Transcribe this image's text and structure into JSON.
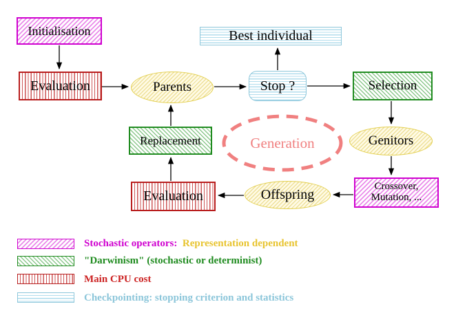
{
  "diagram": {
    "nodes": {
      "initialisation": "Initialisation",
      "evaluation_top": "Evaluation",
      "parents": "Parents",
      "best_individual": "Best individual",
      "stop": "Stop ?",
      "selection": "Selection",
      "genitors": "Genitors",
      "crossover_line1": "Crossover,",
      "crossover_line2": "Mutation, ...",
      "offspring": "Offspring",
      "evaluation_bottom": "Evaluation",
      "replacement": "Replacement",
      "generation": "Generation"
    },
    "colors": {
      "stochastic_magenta": "#cf00cf",
      "darwinism_green": "#1f8b1f",
      "cpu_cost_red": "#cc2222",
      "checkpointing_cyan": "#8cc6da",
      "population_yellow": "#e3cf4e",
      "generation_coral": "#f08080",
      "representation_gold": "#e8c430"
    }
  },
  "legend": {
    "items": [
      {
        "swatch_icon": "magenta-diagonal-hatch-swatch",
        "label": "Stochastic operators:",
        "label2": "Representation dependent"
      },
      {
        "swatch_icon": "green-diagonal-hatch-swatch",
        "label": "\"Darwinism\" (stochastic or determinist)"
      },
      {
        "swatch_icon": "red-vertical-stripe-swatch",
        "label": "Main CPU cost"
      },
      {
        "swatch_icon": "cyan-horizontal-stripe-swatch",
        "label": "Checkpointing: stopping criterion and statistics"
      }
    ]
  }
}
